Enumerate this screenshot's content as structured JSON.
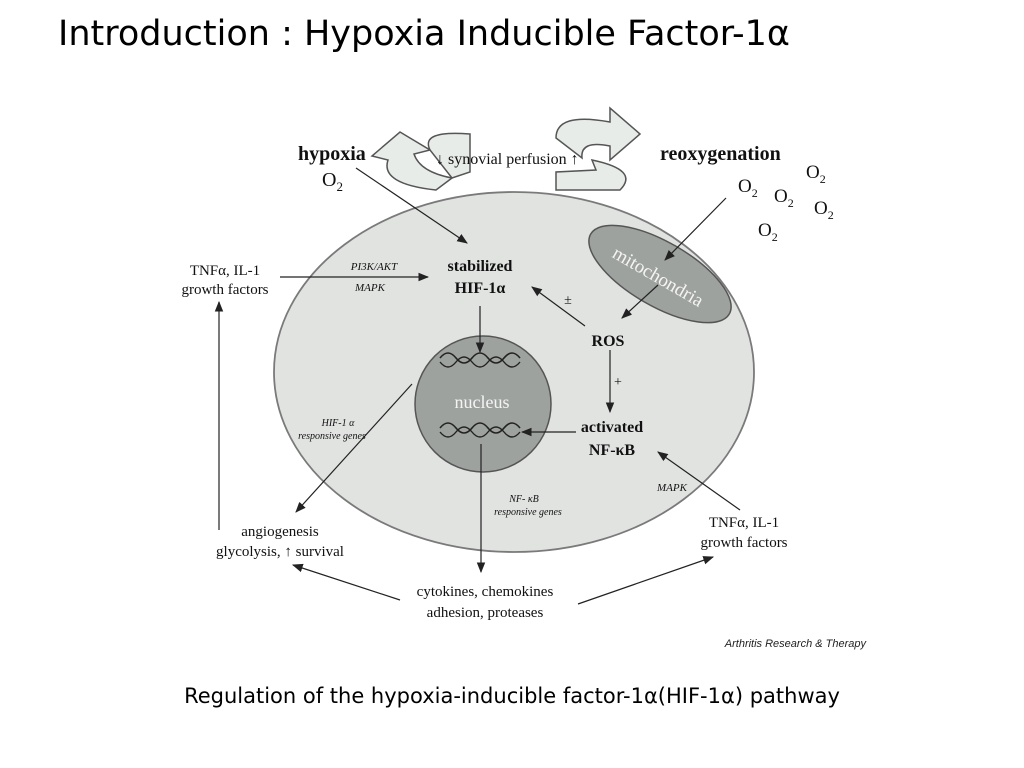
{
  "slide": {
    "title": "Introduction : Hypoxia Inducible Factor-1α",
    "caption": "Regulation of the hypoxia-inducible factor-1α(HIF-1α) pathway"
  },
  "diagram": {
    "hypoxia": "hypoxia",
    "o2_main": "O",
    "o2_sub": "2",
    "perfusion": "↓ synovial perfusion ↑",
    "reoxygenation": "reoxygenation",
    "mitochondria": "mitochondria",
    "nucleus": "nucleus",
    "tnf_left_line1": "TNFα, IL-1",
    "tnf_left_line2": "growth factors",
    "pi3k": "PI3K/AKT",
    "mapk_left": "MAPK",
    "stabilized_line1": "stabilized",
    "stabilized_line2": "HIF-1α",
    "plusminus": "±",
    "ros": "ROS",
    "plus": "+",
    "activated_line1": "activated",
    "activated_line2": "NF-κB",
    "hif_genes_line1": "HIF-1 α",
    "hif_genes_line2": "responsive genes",
    "nfkb_genes_line1": "NF- κB",
    "nfkb_genes_line2": "responsive genes",
    "mapk_right": "MAPK",
    "tnf_right_line1": "TNFα, IL-1",
    "tnf_right_line2": "growth factors",
    "angio_line1": "angiogenesis",
    "angio_line2": "glycolysis, ↑ survival",
    "cyto_line1": "cytokines, chemokines",
    "cyto_line2": "adhesion, proteases",
    "credit": "Arthritis Research & Therapy"
  }
}
